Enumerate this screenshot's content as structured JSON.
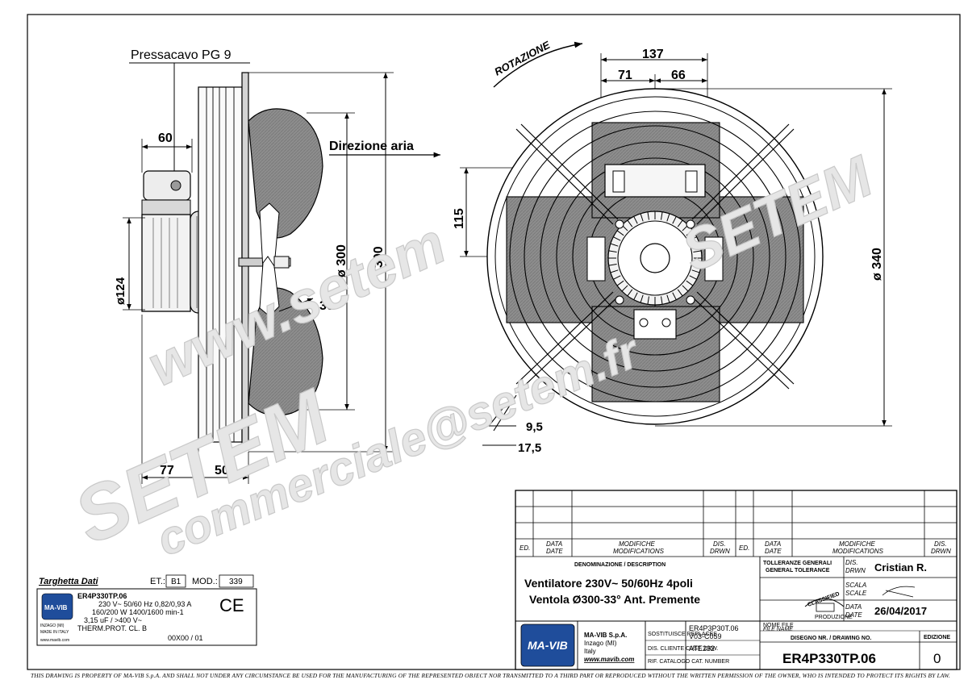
{
  "labels": {
    "cable_gland": "Pressacavo PG 9",
    "air_direction": "Direzione aria",
    "rotation": "ROTAZIONE"
  },
  "dimensions": {
    "d60": "60",
    "d124": "ø124",
    "d300": "ø 300",
    "d390": "390",
    "d30": "30",
    "d77": "77",
    "d50": "50",
    "d137": "137",
    "d71": "71",
    "d66": "66",
    "d115": "115",
    "d340": "ø 340",
    "d9_5": "9,5",
    "d17_5": "17,5"
  },
  "nameplate": {
    "title": "Targhetta Dati",
    "et_label": "ET.:",
    "et_value": "B1",
    "mod_label": "MOD.:",
    "mod_value": "339",
    "logo": "MA-VIB",
    "model": "ER4P330TP.06",
    "line1": "230 V~ 50/60 Hz 0,82/0,93 A",
    "line2": "160/200 W 1400/1600 min-1",
    "line3": "3,15 uF / >400 V~",
    "line4": "THERM.PROT. CL. B",
    "origin1": "INZAGO (MI)",
    "origin2": "MADE IN ITALY",
    "web": "www.mavib.com",
    "code": "00X00 / 01"
  },
  "title_block": {
    "rev_headers": {
      "ed": "ED.",
      "data": "DATA",
      "date": "DATE",
      "modifiche": "MODIFICHE",
      "modifications": "MODIFICATIONS",
      "dis": "DIS.",
      "drwn": "DRWN"
    },
    "denominazione": "DENOMINAZIONE / DESCRIPTION",
    "description_line1": "Ventilatore 230V~ 50/60Hz 4poli",
    "description_line2": "Ventola Ø300-33° Ant. Premente",
    "tolerance1": "TOLLERANZE GENERALI",
    "tolerance2": "GENERAL TOLERANCE",
    "dis_label": "DIS.",
    "drwn_label": "DRWN",
    "designer": "Cristian R.",
    "scala_label": "SCALA",
    "scale_label": "SCALE",
    "data_label": "DATA",
    "date_label": "DATE",
    "date_value": "26/04/2017",
    "classified": "CLASSIFIED",
    "produzione": "PRODUZIONE",
    "company_logo": "MA-VIB",
    "company": "MA-VIB S.p.A.",
    "city": "Inzago (MI)",
    "country": "Italy",
    "website": "www.mavib.com",
    "replaces_label": "SOSTITUISCE REPLACES",
    "replaces_value1": "ER4P3P30T.06",
    "replaces_value2": "V03-C059",
    "client_label": "DIS. CLIENTE CUST. DRW.",
    "client_value": "ATE232",
    "cat_label": "RIF. CATALOGO CAT. NUMBER",
    "file_label1": "NOME FILE",
    "file_label2": "FILE NAME",
    "drawing_no_label": "DISEGNO NR. / DRAWING NO.",
    "drawing_no": "ER4P330TP.06",
    "edition_label": "EDIZIONE",
    "edition": "0"
  },
  "watermarks": {
    "wm1": "www.setem",
    "wm2": "SETEM",
    "wm3": "commerciale@setem.fr"
  },
  "footer": "THIS DRAWING IS PROPERTY OF MA-VIB S.p.A. AND SHALL NOT UNDER ANY CIRCUMSTANCE BE USED FOR THE MANUFACTURING OF THE REPRESENTED OBJECT NOR TRANSMITTED TO A THIRD PART OR REPRODUCED WITHOUT THE WRITTEN PERMISSION OF THE OWNER, WHO IS INTENDED TO PROTECT ITS RIGHTS BY LAW."
}
